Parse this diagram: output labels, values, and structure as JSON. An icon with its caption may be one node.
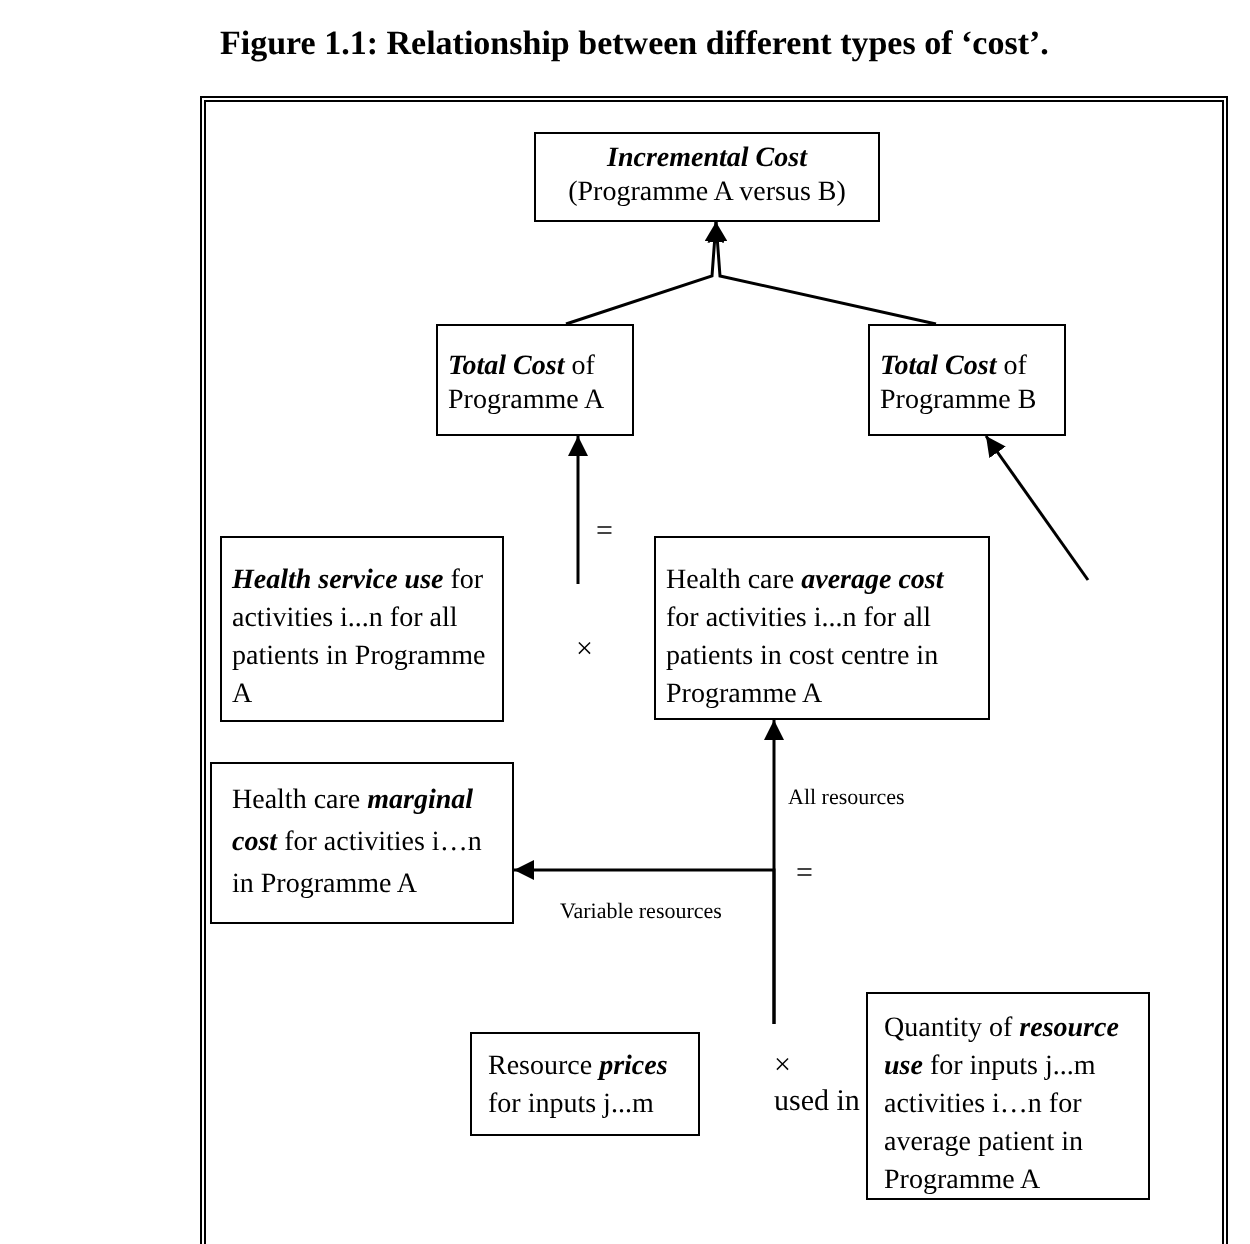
{
  "diagram": {
    "title": "Figure 1.1: Relationship between different types of ‘cost’.",
    "nodes": [
      {
        "text": [
          "Incremental Cost",
          "(Programme A versus B)"
        ]
      },
      {
        "text": [
          "**Total Cost** of Programme A"
        ]
      },
      {
        "text": [
          "**Total Cost** of Programme B"
        ]
      },
      {
        "text": [
          "**Health service use** for activities i...n for all patients in Programme A"
        ]
      },
      {
        "text": [
          "Health care **average cost** for activities i...n for all patients in cost centre in Programme A"
        ]
      },
      {
        "text": [
          "Health care **marginal cost** for activities i…n in Programme A"
        ]
      },
      {
        "text": [
          "Resource **prices** for inputs j...m"
        ]
      },
      {
        "text": [
          "Quantity of **resource use** for inputs j...m activities i…n for average patient in Programme A"
        ]
      }
    ],
    "edges": [
      {
        "from": 1,
        "to": 0,
        "arrow": "to"
      },
      {
        "from": 2,
        "to": 0,
        "arrow": "to"
      },
      {
        "from": null,
        "to": 1,
        "arrow": "to"
      },
      {
        "from": null,
        "to": 2,
        "arrow": "to"
      },
      {
        "from": null,
        "to": 4,
        "arrow": "to",
        "label": "All resources"
      },
      {
        "from": null,
        "to": 5,
        "arrow": "to",
        "label": "Variable resources"
      }
    ],
    "labels": [
      "=",
      "×",
      "=",
      "×",
      "used in"
    ]
  }
}
